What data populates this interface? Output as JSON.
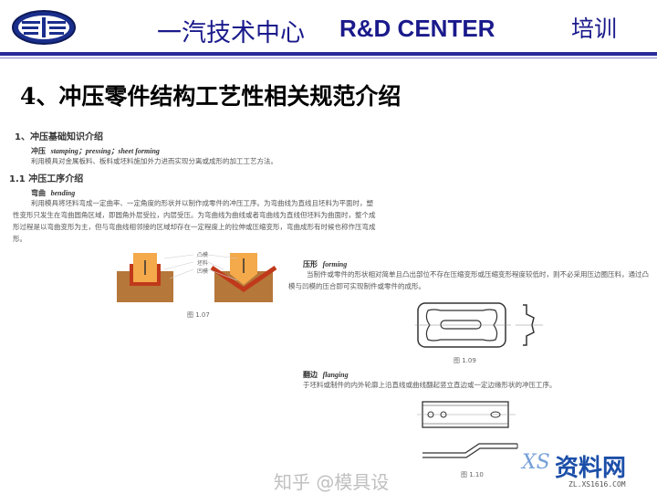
{
  "header": {
    "center_cn": "一汽技术中心",
    "center_en": "R&D CENTER",
    "section": "培训",
    "logo_text": "1"
  },
  "slide_title": "4、冲压零件结构工艺性相关规范介绍",
  "doc": {
    "h1": "1、冲压基础知识介绍",
    "stamping_cn": "冲压",
    "stamping_en": "stamping；pressing；sheet forming",
    "stamping_def": "利用模具对金属板料、板料或坯料施加外力进而实现分离或成形的加工工艺方法。",
    "h11": "1.1 冲压工序介绍",
    "bending_cn": "弯曲",
    "bending_en": "bending",
    "bending_text": "利用模具将坯料弯成一定曲率、一定角度的形状并以制作成零件的冲压工序。为弯曲线为直线且坯料为平面时，塑性变形只发生在弯曲圆角区域，即圆角外层受拉，内层受压。为弯曲线为曲线或者弯曲线为直线但坯料为曲面时，整个成形过程是以弯曲变形为主，但与弯曲线相邻接的区域却存在一定程度上的拉伸或压缩变形，弯曲成形有时候也称作压弯成形。",
    "fig107_labels": [
      "凸模",
      "坯料",
      "凹模"
    ],
    "fig107": "图 1.07",
    "forming_cn": "压形",
    "forming_en": "forming",
    "forming_text": "当制件或零件的形状相对简单且凸出部位不存在压缩变形或压缩变形程度较低时，则不必采用压边圈压料，通过凸模与凹模的压合即可实现制件或零件的成形。",
    "fig109": "图 1.09",
    "flanging_cn": "翻边",
    "flanging_en": "flanging",
    "flanging_text": "于坯料或制件的内外轮廓上沿直线或曲线翻起竖立直边或一定边缘形状的冲压工序。",
    "fig110": "图 1.10"
  },
  "watermark": {
    "text": "知乎 @模具设",
    "logo_text": "资料网",
    "logo_mark": "XS",
    "url": "ZL.XS1616.COM"
  },
  "colors": {
    "brand": "#1a1a8c",
    "die": "#b5773a",
    "punch": "#f4a94a",
    "blank": "#c0391b"
  }
}
